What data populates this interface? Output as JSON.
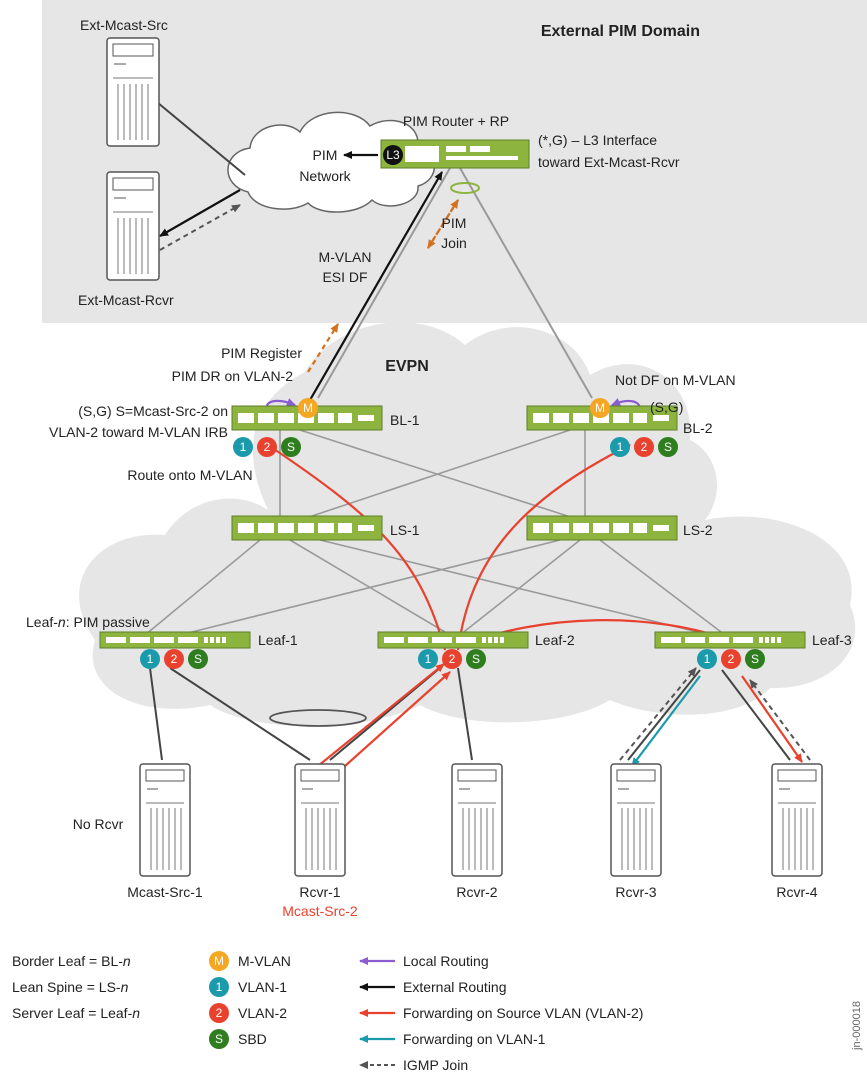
{
  "domain_title": "External PIM Domain",
  "evpn_label": "EVPN",
  "cloud": {
    "line1": "PIM",
    "line2": "Network"
  },
  "pim_router": {
    "label": "PIM Router + RP",
    "badge": "L3"
  },
  "star_g": {
    "line1": "(*,G) – L3 Interface",
    "line2": "toward Ext-Mcast-Rcvr"
  },
  "ext_src": "Ext-Mcast-Src",
  "ext_rcvr": "Ext-Mcast-Rcvr",
  "pim_join": {
    "line1": "PIM",
    "line2": "Join"
  },
  "mvlan_esi": {
    "line1": "M-VLAN",
    "line2": "ESI DF"
  },
  "pim_register": "PIM Register",
  "pim_dr": "PIM DR on VLAN-2",
  "sg_left": {
    "line1": "(S,G) S=Mcast-Src-2 on",
    "line2": "VLAN-2 toward M-VLAN IRB"
  },
  "route_onto": "Route onto M-VLAN",
  "not_df": "Not DF on M-VLAN",
  "sg_right": "(S,G)",
  "devices": {
    "bl1": "BL-1",
    "bl2": "BL-2",
    "ls1": "LS-1",
    "ls2": "LS-2",
    "leaf1": "Leaf-1",
    "leaf2": "Leaf-2",
    "leaf3": "Leaf-3"
  },
  "leaf_n_prefix": "Leaf-",
  "leaf_n_italic": "n",
  "leaf_n_suffix": ": PIM passive",
  "no_rcvr": "No Rcvr",
  "servers": {
    "src1": "Mcast-Src-1",
    "rcvr1": "Rcvr-1",
    "rcvr1_sub": "Mcast-Src-2",
    "rcvr2": "Rcvr-2",
    "rcvr3": "Rcvr-3",
    "rcvr4": "Rcvr-4"
  },
  "badges": {
    "m": "M",
    "v1": "1",
    "v2": "2",
    "s": "S",
    "l3": "L3"
  },
  "legend_left": [
    {
      "text": "Border Leaf = BL-",
      "italic": "n"
    },
    {
      "text": "Lean Spine = LS-",
      "italic": "n"
    },
    {
      "text": "Server Leaf = Leaf-",
      "italic": "n"
    }
  ],
  "legend_badges": [
    {
      "badge": "M",
      "label": "M-VLAN",
      "color": "#f5a623"
    },
    {
      "badge": "1",
      "label": "VLAN-1",
      "color": "#1a9aab"
    },
    {
      "badge": "2",
      "label": "VLAN-2",
      "color": "#e8422f"
    },
    {
      "badge": "S",
      "label": "SBD",
      "color": "#2e7d1e"
    }
  ],
  "legend_arrows": [
    {
      "label": "Local Routing",
      "color": "#8a5cd0",
      "dashed": false
    },
    {
      "label": "External Routing",
      "color": "#111111",
      "dashed": false
    },
    {
      "label": "Forwarding on Source VLAN (VLAN-2)",
      "color": "#e8422f",
      "dashed": false
    },
    {
      "label": "Forwarding on VLAN-1",
      "color": "#1a9aab",
      "dashed": false
    },
    {
      "label": "IGMP Join",
      "color": "#555555",
      "dashed": true
    }
  ],
  "side_id": "jn-000018",
  "colors": {
    "switch": "#8db43e",
    "mvlan": "#f5a623",
    "vlan1": "#1a9aab",
    "vlan2": "#e8422f",
    "sbd": "#2e7d1e",
    "local": "#8a5cd0",
    "pim_join": "#d4711f",
    "domain_bg": "#e6e6e6",
    "cloud": "#e6e6e6"
  }
}
